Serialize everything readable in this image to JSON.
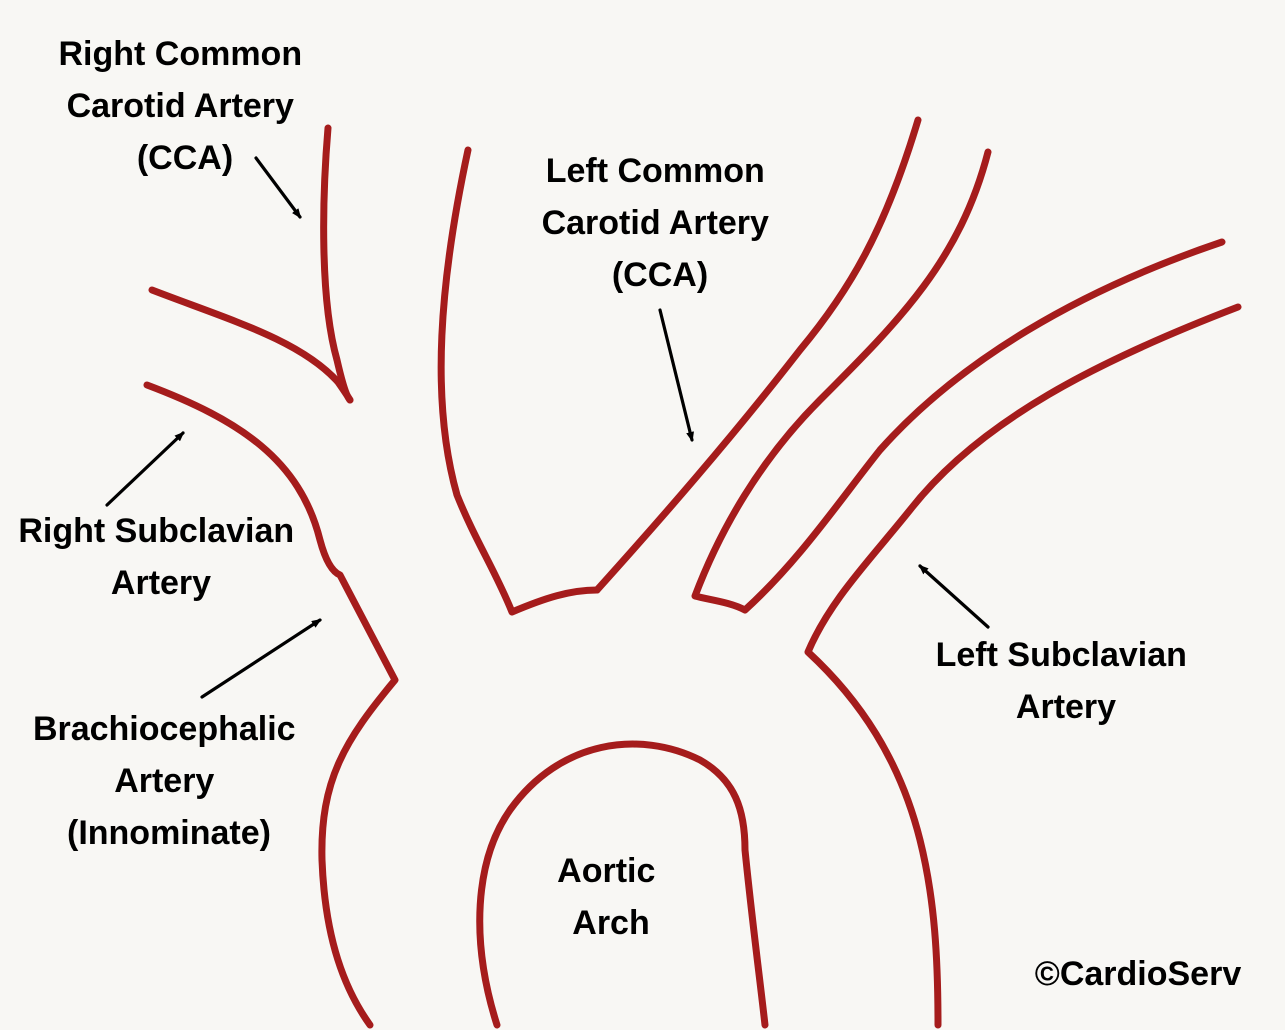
{
  "labels": {
    "right_cca": [
      "Right Common",
      "Carotid Artery",
      "(CCA)"
    ],
    "left_cca": [
      "Left Common",
      "Carotid Artery",
      "(CCA)"
    ],
    "right_subclavian": [
      "Right Subclavian",
      "Artery"
    ],
    "brachiocephalic": [
      "Brachiocephalic",
      "Artery",
      "(Innominate)"
    ],
    "left_subclavian": [
      "Left Subclavian",
      "Artery"
    ],
    "aortic_arch": [
      "Aortic",
      "Arch"
    ],
    "copyright": "©CardioServ"
  },
  "colors": {
    "vessel": "#a51c1c",
    "background": "#f8f7f4",
    "text": "#000000"
  }
}
